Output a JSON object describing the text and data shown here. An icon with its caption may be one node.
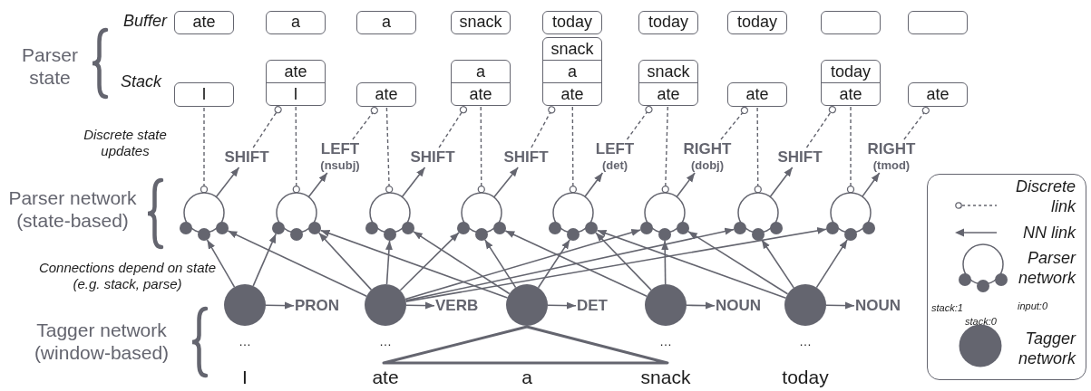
{
  "diagram": {
    "nodes": [
      {
        "text": [
          "ate"
        ]
      },
      {
        "text": [
          "a"
        ]
      },
      {
        "text": [
          "a"
        ]
      },
      {
        "text": [
          "snack"
        ]
      },
      {
        "text": [
          "today"
        ]
      },
      {
        "text": [
          "today"
        ]
      },
      {
        "text": [
          "today"
        ]
      },
      {
        "text": [],
        "shape": "box"
      },
      {
        "text": [],
        "shape": "box"
      },
      {
        "text": [
          "I"
        ]
      },
      {
        "text": [
          "ate",
          "I"
        ]
      },
      {
        "text": [
          "ate"
        ]
      },
      {
        "text": [
          "a",
          "ate"
        ]
      },
      {
        "text": [
          "snack",
          "a",
          "ate"
        ]
      },
      {
        "text": [
          "snack",
          "ate"
        ]
      },
      {
        "text": [
          "ate"
        ]
      },
      {
        "text": [
          "today",
          "ate"
        ]
      },
      {
        "text": [
          "ate"
        ]
      },
      {
        "text": [
          "SHIFT"
        ]
      },
      {
        "text": [
          "LEFT",
          "(nsubj)"
        ]
      },
      {
        "text": [
          "SHIFT"
        ]
      },
      {
        "text": [
          "SHIFT"
        ]
      },
      {
        "text": [
          "LEFT",
          "(det)"
        ]
      },
      {
        "text": [
          "RIGHT",
          "(dobj)"
        ]
      },
      {
        "text": [
          "SHIFT"
        ]
      },
      {
        "text": [
          "RIGHT",
          "(tmod)"
        ]
      },
      {
        "text": [],
        "shape": "circle"
      },
      {
        "text": [],
        "shape": "circle"
      },
      {
        "text": [],
        "shape": "circle"
      },
      {
        "text": [],
        "shape": "circle"
      },
      {
        "text": [],
        "shape": "circle"
      },
      {
        "text": [],
        "shape": "circle"
      },
      {
        "text": [],
        "shape": "circle"
      },
      {
        "text": [],
        "shape": "circle"
      },
      {
        "text": [],
        "shape": "circle"
      },
      {
        "text": [],
        "shape": "circle"
      },
      {
        "text": [],
        "shape": "circle"
      },
      {
        "text": [],
        "shape": "circle"
      },
      {
        "text": [],
        "shape": "circle"
      },
      {
        "text": [
          "PRON"
        ]
      },
      {
        "text": [
          "VERB"
        ]
      },
      {
        "text": [
          "DET"
        ]
      },
      {
        "text": [
          "NOUN"
        ]
      },
      {
        "text": [
          "NOUN"
        ]
      }
    ],
    "edges": [
      {
        "from": 9,
        "to": 26,
        "arrow": "other",
        "style": "dashed"
      },
      {
        "from": 26,
        "to": 18,
        "arrow": "to"
      },
      {
        "from": 18,
        "to": 10,
        "arrow": "other",
        "style": "dashed"
      },
      {
        "from": 10,
        "to": 27,
        "arrow": "other",
        "style": "dashed"
      },
      {
        "from": 27,
        "to": 19,
        "arrow": "to"
      },
      {
        "from": 19,
        "to": 11,
        "arrow": "other",
        "style": "dashed"
      },
      {
        "from": 11,
        "to": 28,
        "arrow": "other",
        "style": "dashed"
      },
      {
        "from": 28,
        "to": 20,
        "arrow": "to"
      },
      {
        "from": 20,
        "to": 12,
        "arrow": "other",
        "style": "dashed"
      },
      {
        "from": 12,
        "to": 29,
        "arrow": "other",
        "style": "dashed"
      },
      {
        "from": 29,
        "to": 21,
        "arrow": "to"
      },
      {
        "from": 21,
        "to": 13,
        "arrow": "other",
        "style": "dashed"
      },
      {
        "from": 13,
        "to": 30,
        "arrow": "other",
        "style": "dashed"
      },
      {
        "from": 30,
        "to": 22,
        "arrow": "to"
      },
      {
        "from": 22,
        "to": 14,
        "arrow": "other",
        "style": "dashed"
      },
      {
        "from": 14,
        "to": 31,
        "arrow": "other",
        "style": "dashed"
      },
      {
        "from": 31,
        "to": 23,
        "arrow": "to"
      },
      {
        "from": 23,
        "to": 15,
        "arrow": "other",
        "style": "dashed"
      },
      {
        "from": 15,
        "to": 32,
        "arrow": "other",
        "style": "dashed"
      },
      {
        "from": 32,
        "to": 24,
        "arrow": "to"
      },
      {
        "from": 24,
        "to": 16,
        "arrow": "other",
        "style": "dashed"
      },
      {
        "from": 16,
        "to": 33,
        "arrow": "other",
        "style": "dashed"
      },
      {
        "from": 33,
        "to": 25,
        "arrow": "to"
      },
      {
        "from": 25,
        "to": 17,
        "arrow": "other",
        "style": "dashed"
      },
      {
        "from": 34,
        "to": 26,
        "arrow": "to"
      },
      {
        "from": 34,
        "to": 27,
        "arrow": "to"
      },
      {
        "from": 35,
        "to": 26,
        "arrow": "to"
      },
      {
        "from": 35,
        "to": 27,
        "arrow": "to"
      },
      {
        "from": 35,
        "to": 28,
        "arrow": "to"
      },
      {
        "from": 35,
        "to": 29,
        "arrow": "to"
      },
      {
        "from": 35,
        "to": 31,
        "arrow": "to"
      },
      {
        "from": 35,
        "to": 32,
        "arrow": "to"
      },
      {
        "from": 35,
        "to": 33,
        "arrow": "to"
      },
      {
        "from": 36,
        "to": 27,
        "arrow": "to"
      },
      {
        "from": 36,
        "to": 28,
        "arrow": "to"
      },
      {
        "from": 36,
        "to": 29,
        "arrow": "to"
      },
      {
        "from": 36,
        "to": 30,
        "arrow": "to"
      },
      {
        "from": 37,
        "to": 29,
        "arrow": "to"
      },
      {
        "from": 37,
        "to": 30,
        "arrow": "to"
      },
      {
        "from": 37,
        "to": 31,
        "arrow": "to"
      },
      {
        "from": 38,
        "to": 30,
        "arrow": "to"
      },
      {
        "from": 38,
        "to": 31,
        "arrow": "to"
      },
      {
        "from": 38,
        "to": 32,
        "arrow": "to"
      },
      {
        "from": 38,
        "to": 33,
        "arrow": "to"
      },
      {
        "from": 34,
        "to": 39,
        "arrow": "to"
      },
      {
        "from": 35,
        "to": 40,
        "arrow": "to"
      },
      {
        "from": 36,
        "to": 41,
        "arrow": "to"
      },
      {
        "from": 37,
        "to": 42,
        "arrow": "to"
      },
      {
        "from": 38,
        "to": 43,
        "arrow": "to"
      }
    ],
    "labels": [
      "Buffer",
      "Parser state",
      "Stack",
      "Discrete state updates",
      "Parser network (state-based)",
      "Connections depend on state (e.g. stack, parse)",
      "Tagger network (window-based)",
      "…",
      "…",
      "…",
      "…",
      "I",
      "ate",
      "a",
      "snack",
      "today",
      "stack:1",
      "input:0",
      "stack:0"
    ],
    "legend": [
      {
        "text": "Discrete link"
      },
      {
        "text": "NN link"
      },
      {
        "text": "Parser network"
      },
      {
        "text": "Tagger network"
      }
    ]
  }
}
